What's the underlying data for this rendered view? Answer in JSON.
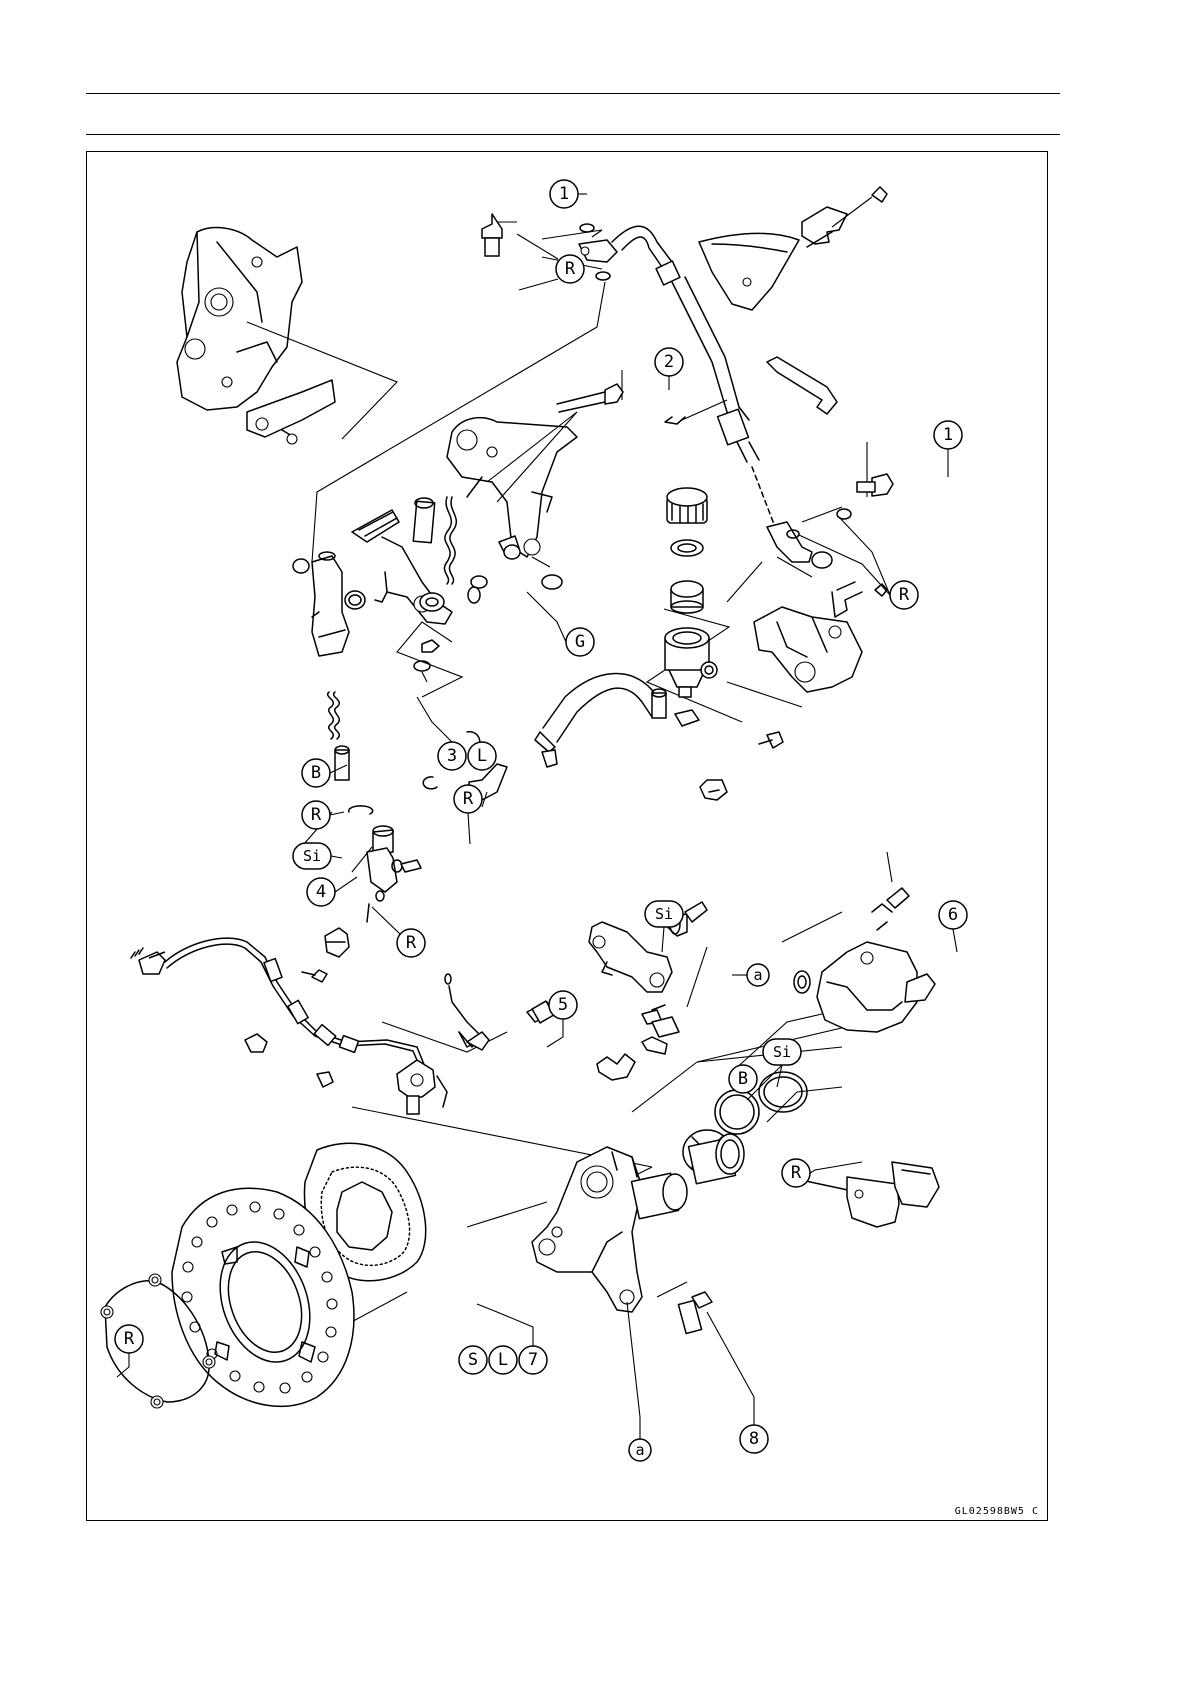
{
  "figure": {
    "code": "GL02598BW5 C"
  },
  "callouts": [
    {
      "id": "c1a",
      "label": "1"
    },
    {
      "id": "c1b",
      "label": "1"
    },
    {
      "id": "c2",
      "label": "2"
    },
    {
      "id": "c3",
      "label": "3"
    },
    {
      "id": "c4",
      "label": "4"
    },
    {
      "id": "c5",
      "label": "5"
    },
    {
      "id": "c6",
      "label": "6"
    },
    {
      "id": "c7",
      "label": "7"
    },
    {
      "id": "c8",
      "label": "8"
    },
    {
      "id": "cL1",
      "label": "L"
    },
    {
      "id": "cL2",
      "label": "L"
    },
    {
      "id": "cS",
      "label": "S"
    },
    {
      "id": "cG",
      "label": "G"
    },
    {
      "id": "cB1",
      "label": "B"
    },
    {
      "id": "cB2",
      "label": "B"
    },
    {
      "id": "cR1",
      "label": "R"
    },
    {
      "id": "cR2",
      "label": "R"
    },
    {
      "id": "cR3",
      "label": "R"
    },
    {
      "id": "cR4",
      "label": "R"
    },
    {
      "id": "cR5",
      "label": "R"
    },
    {
      "id": "cR6",
      "label": "R"
    },
    {
      "id": "cR7",
      "label": "R"
    },
    {
      "id": "cSi1",
      "label": "Si"
    },
    {
      "id": "cSi2",
      "label": "Si"
    },
    {
      "id": "cSi3",
      "label": "Si"
    },
    {
      "id": "ca1",
      "label": "a"
    },
    {
      "id": "ca2",
      "label": "a"
    }
  ]
}
